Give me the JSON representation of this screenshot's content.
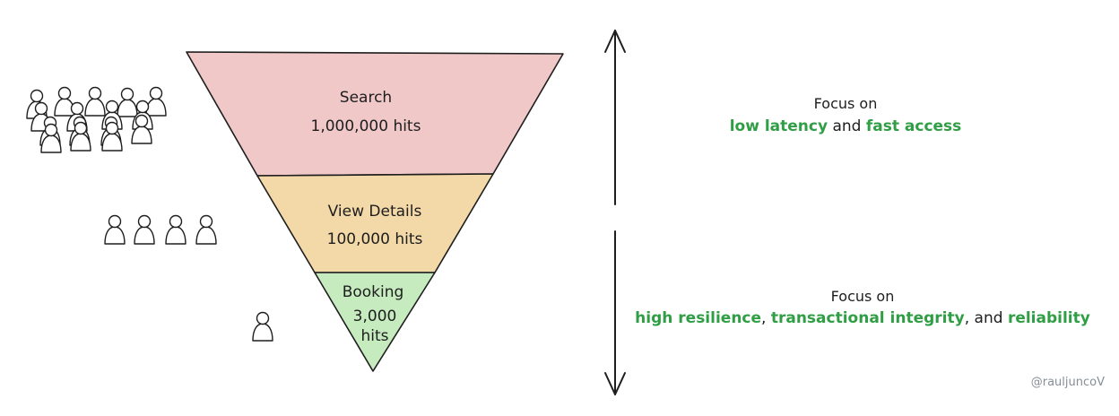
{
  "funnel": {
    "stages": [
      {
        "name": "Search",
        "hits": "1,000,000 hits",
        "color": "#f0c8c8"
      },
      {
        "name": "View Details",
        "hits": "100,000 hits",
        "color": "#f3d8a8"
      },
      {
        "name": "Booking",
        "hits_number": "3,000",
        "hits_unit": "hits",
        "color": "#c6ebbf"
      }
    ]
  },
  "users": {
    "search_count": 16,
    "details_count": 4,
    "booking_count": 1
  },
  "focus_top": {
    "heading": "Focus on",
    "highlight_1": "low latency",
    "connector": " and ",
    "highlight_2": "fast access"
  },
  "focus_bottom": {
    "heading": "Focus on",
    "highlight_1": "high resilience",
    "sep_1": ", ",
    "highlight_2": "transactional integrity",
    "sep_2": ", and ",
    "highlight_3": "reliability"
  },
  "credit": "@rauljuncoV",
  "colors": {
    "highlight": "#2f9e44",
    "stroke": "#1e1e1e"
  }
}
